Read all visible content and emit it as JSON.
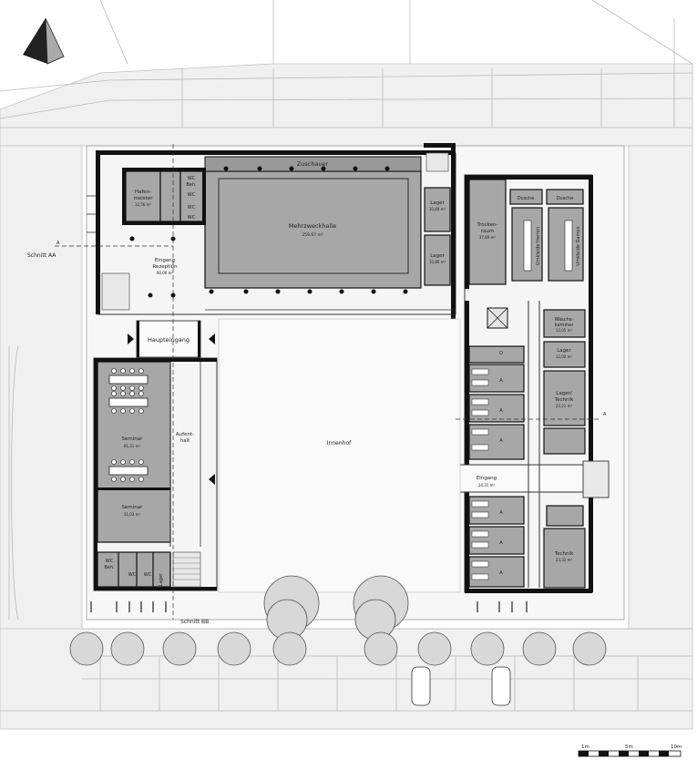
{
  "drawing": {
    "sections": {
      "aa": "Schnitt AA",
      "bb": "Schnitt BB",
      "marker_a": "A"
    },
    "rooms": {
      "zuschauer": "Zuschauer",
      "mehrzweckhalle": "Mehrzweckhalle",
      "mehrzweckhalle_area": "259,67 m²",
      "hafenmeister": "Hafen-\nmeister",
      "hafenmeister_area": "12,56 m²",
      "wc_beh_top": "WC\nBeh.",
      "wc": "WC",
      "lager": "Lager",
      "lager1_area": "10,80 m²",
      "lager2_area": "10,80 m²",
      "eingang_rezeption": "Eingang\nRezeption",
      "eingang_rezeption_area": "90,06 m²",
      "haupteingang": "Haupteingang",
      "seminar1": "Seminar",
      "seminar1_area": "81,31 m²",
      "seminar2": "Seminar",
      "seminar2_area": "31,03 m²",
      "aufenthalt": "Aufent-\nhalt",
      "wc_beh_bottom": "WC\nBeh.",
      "innenhof": "Innenhof",
      "trockenraum": "Trocken-\nraum",
      "trockenraum_area": "37,89 m²",
      "dusche": "Dusche",
      "umkleide_herren": "Umkleide Herren",
      "umkleide_damen": "Umkleide Damen",
      "waeschekammer": "Wäsche-\nkammer",
      "waeschekammer_area": "12,05 m²",
      "lager_east": "Lager",
      "lager_east_area": "12,00 m²",
      "lager_technik": "Lager/\nTechnik",
      "lager_technik_area": "23,21 m²",
      "eingang_east": "Eingang",
      "eingang_east_area": "24,31 m²",
      "technik": "Technik",
      "technik_area": "23,32 m²",
      "room_a": "A",
      "room_d": "D"
    },
    "scale_bar": {
      "labels": [
        "1m",
        "5m",
        "10m"
      ]
    }
  }
}
